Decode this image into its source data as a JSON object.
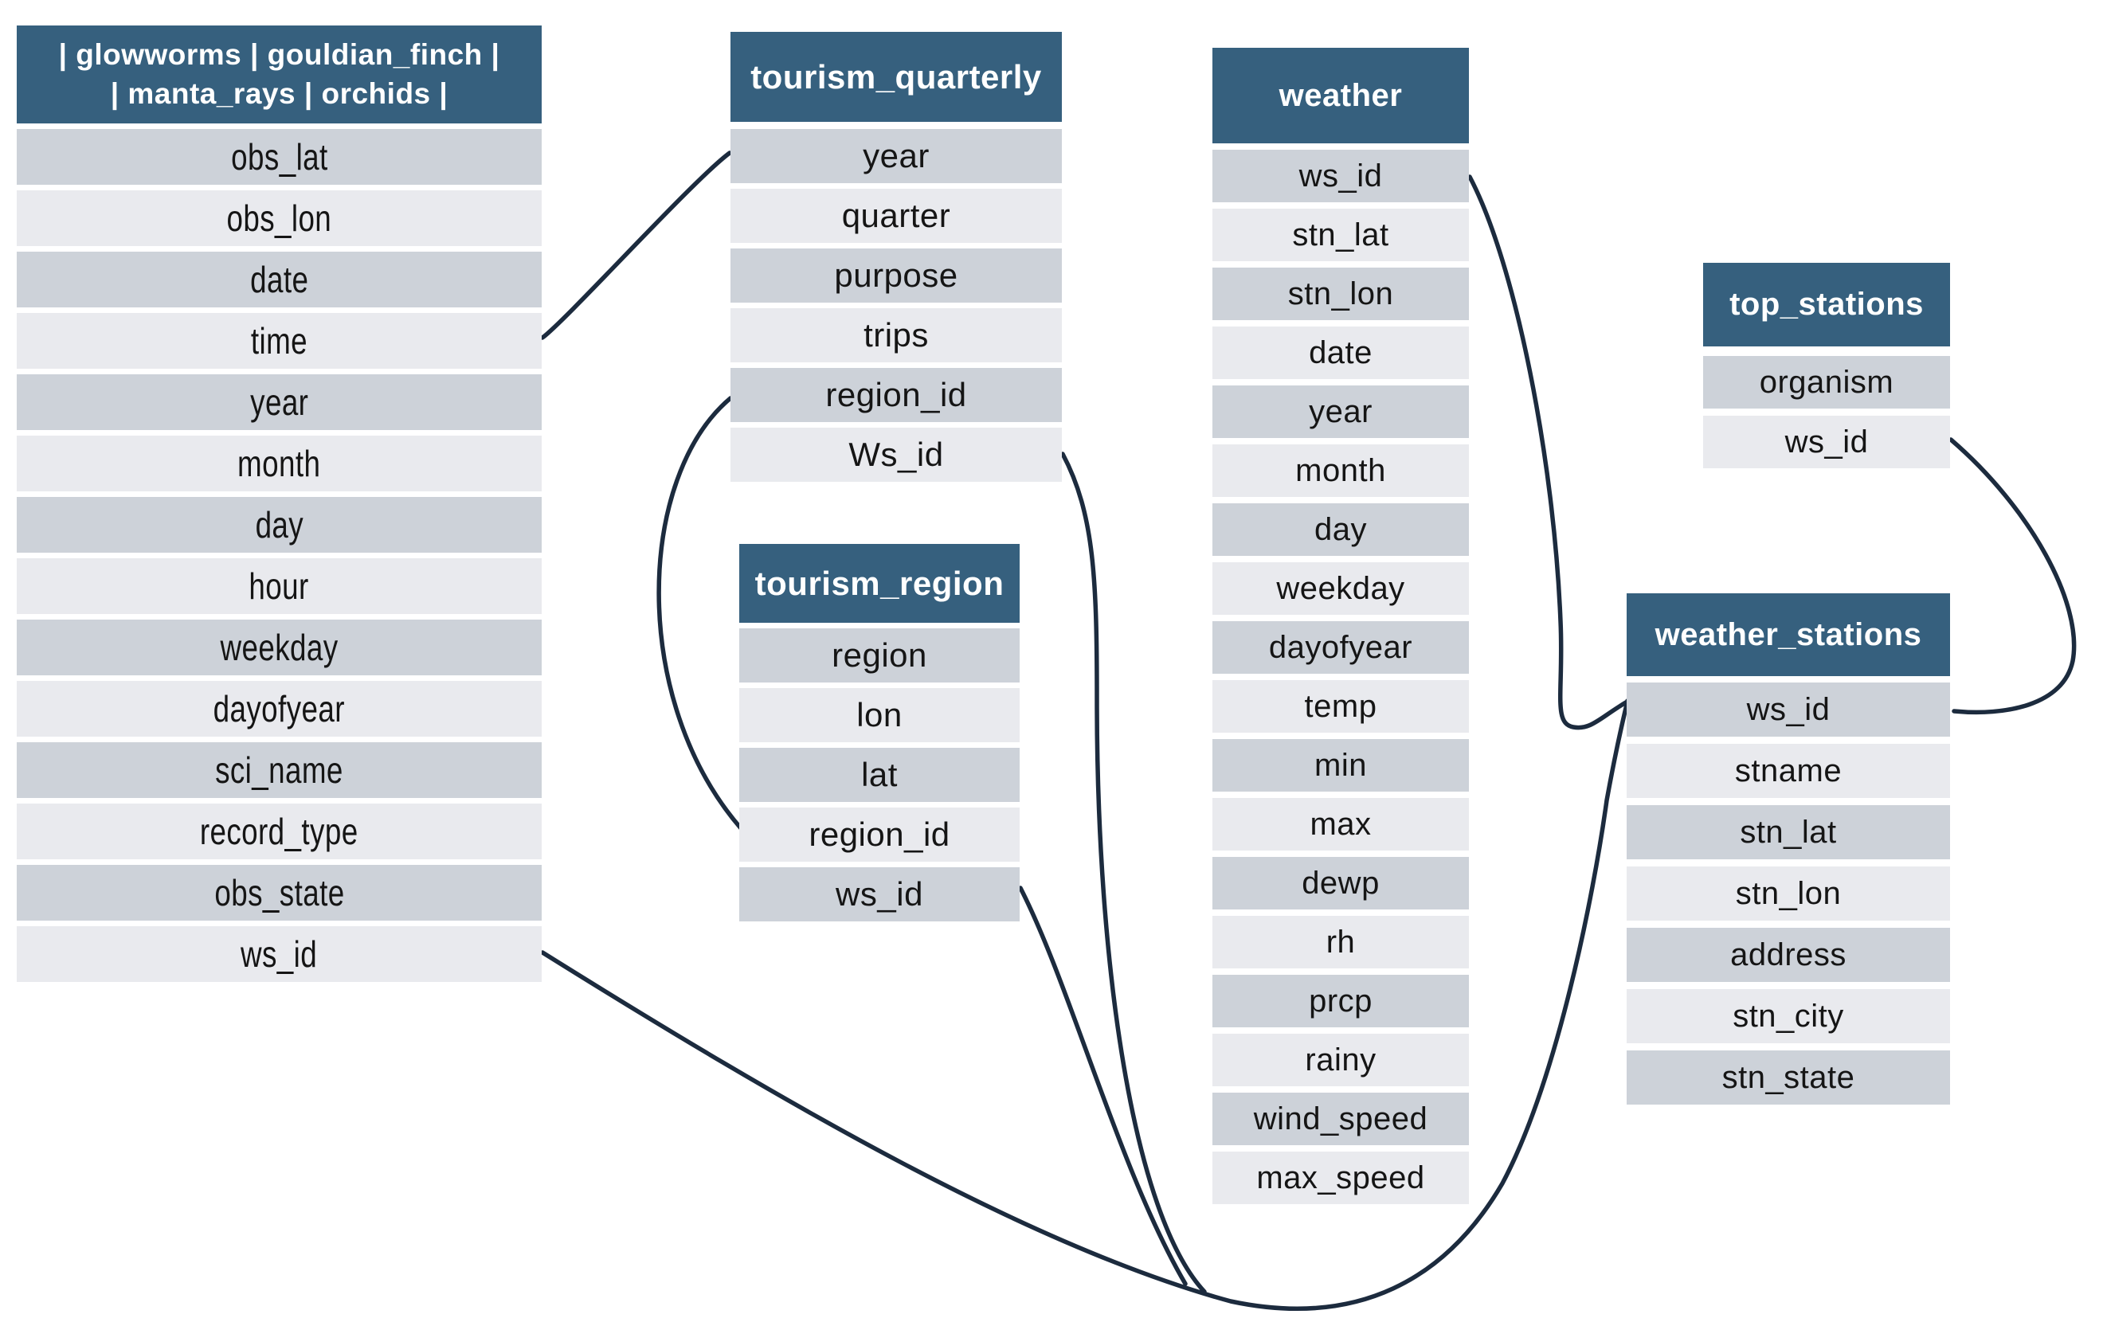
{
  "colors": {
    "header_bg": "#36607E",
    "header_text": "#FFFFFF",
    "row_dark": "#CDD2D9",
    "row_light": "#E9EAEE",
    "row_text": "#151515",
    "connector": "#1C2B3E",
    "canvas_bg": "#FFFFFF"
  },
  "tables": {
    "observations": {
      "title_line1": "| glowworms | gouldian_finch |",
      "title_line2": "| manta_rays | orchids |",
      "columns": [
        "obs_lat",
        "obs_lon",
        "date",
        "time",
        "year",
        "month",
        "day",
        "hour",
        "weekday",
        "dayofyear",
        "sci_name",
        "record_type",
        "obs_state",
        "ws_id"
      ]
    },
    "tourism_quarterly": {
      "title": "tourism_quarterly",
      "columns": [
        "year",
        "quarter",
        "purpose",
        "trips",
        "region_id",
        "Ws_id"
      ]
    },
    "tourism_region": {
      "title": "tourism_region",
      "columns": [
        "region",
        "lon",
        "lat",
        "region_id",
        "ws_id"
      ]
    },
    "weather": {
      "title": "weather",
      "columns": [
        "ws_id",
        "stn_lat",
        "stn_lon",
        "date",
        "year",
        "month",
        "day",
        "weekday",
        "dayofyear",
        "temp",
        "min",
        "max",
        "dewp",
        "rh",
        "prcp",
        "rainy",
        "wind_speed",
        "max_speed"
      ]
    },
    "top_stations": {
      "title": "top_stations",
      "columns": [
        "organism",
        "ws_id"
      ]
    },
    "weather_stations": {
      "title": "weather_stations",
      "columns": [
        "ws_id",
        "stname",
        "stn_lat",
        "stn_lon",
        "address",
        "stn_city",
        "stn_state"
      ]
    }
  },
  "relationships": [
    {
      "from": "observations.time",
      "to": "tourism_quarterly.year"
    },
    {
      "from": "tourism_quarterly.region_id",
      "to": "tourism_region.region_id"
    },
    {
      "from": "tourism_quarterly.Ws_id",
      "to": "weather_stations.ws_id"
    },
    {
      "from": "tourism_region.ws_id",
      "to": "weather_stations.ws_id"
    },
    {
      "from": "observations.ws_id",
      "to": "weather_stations.ws_id"
    },
    {
      "from": "weather.ws_id",
      "to": "weather_stations.ws_id"
    },
    {
      "from": "top_stations.ws_id",
      "to": "weather_stations.ws_id"
    }
  ]
}
